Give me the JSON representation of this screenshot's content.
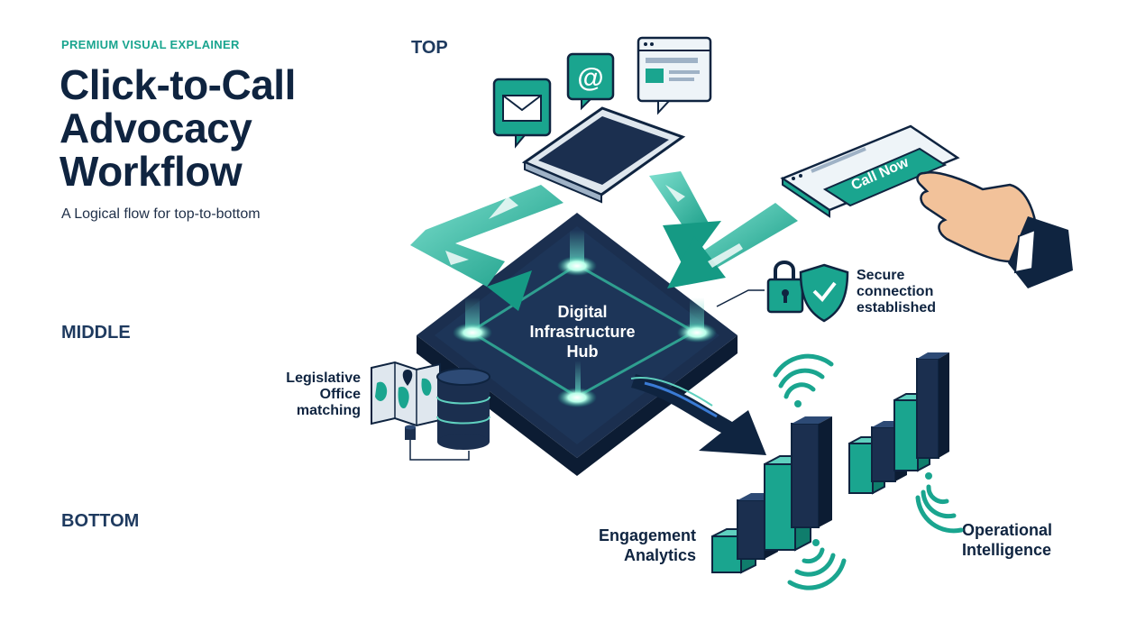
{
  "header": {
    "eyebrow": "PREMIUM VISUAL EXPLAINER",
    "title_lines": [
      "Click-to-Call",
      "Advocacy",
      "Workflow"
    ],
    "subtitle": "A Logical flow for top-to-bottom"
  },
  "stages": {
    "top": "TOP",
    "middle": "MIDDLE",
    "bottom": "BOTTOM"
  },
  "hub": {
    "lines": [
      "Digital",
      "Infrastructure",
      "Hub"
    ]
  },
  "call_button": {
    "label": "Call Now"
  },
  "callouts": {
    "secure": [
      "Secure",
      "connection",
      "established"
    ],
    "legislative": [
      "Legislative",
      "Office",
      "matching"
    ],
    "engagement": [
      "Engagement",
      "Analytics"
    ],
    "operational": [
      "Operational",
      "Intelligence"
    ]
  },
  "icons": {
    "email": "envelope-icon",
    "at": "at-sign-icon",
    "web": "webpage-icon",
    "phone": "smartphone-icon",
    "lock": "padlock-icon",
    "shield": "shield-check-icon",
    "map": "map-icon",
    "database": "database-icon",
    "signal": "wifi-signal-icon",
    "hand": "pointing-hand-icon"
  },
  "colors": {
    "teal": "#1aa58f",
    "teal_light": "#5fd0bf",
    "navy": "#0f2440",
    "hub_top": "#1b2f4f",
    "glow": "#b8ffe9"
  }
}
